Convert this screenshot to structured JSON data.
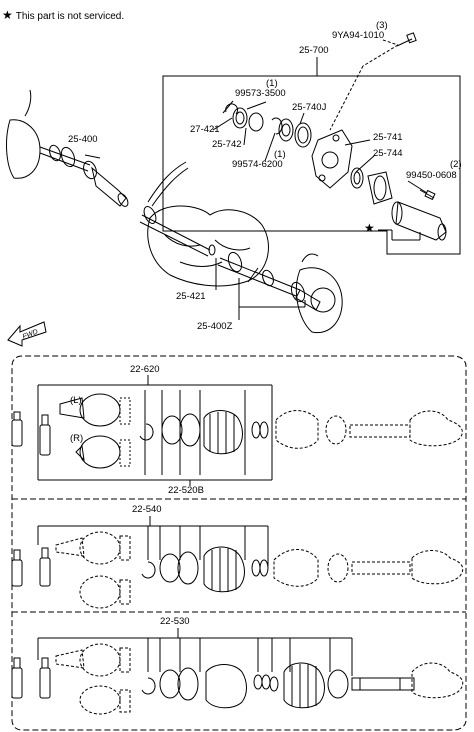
{
  "note": {
    "star": "★",
    "text": "This part is not serviced."
  },
  "callouts": {
    "c9ya94": "9YA94-1010",
    "c9ya94_qty": "(3)",
    "c25700": "25-700",
    "c99573": "99573-3500",
    "c99573_qty": "(1)",
    "c25740j": "25-740J",
    "c27421": "27-421",
    "c25742": "25-742",
    "c99574": "99574-6200",
    "c99574_qty": "(1)",
    "c25741": "25-741",
    "c25744": "25-744",
    "c99450": "99450-0608",
    "c99450_qty": "(2)",
    "c25400": "25-400",
    "c25421": "25-421",
    "c25400z": "25-400Z",
    "star_marker": "★",
    "c22620": "22-620",
    "c22620_l": "(L)",
    "c22620_r": "(R)",
    "c22520b": "22-520B",
    "c22540": "22-540",
    "c22530": "22-530"
  },
  "fwd_label": "FWD"
}
